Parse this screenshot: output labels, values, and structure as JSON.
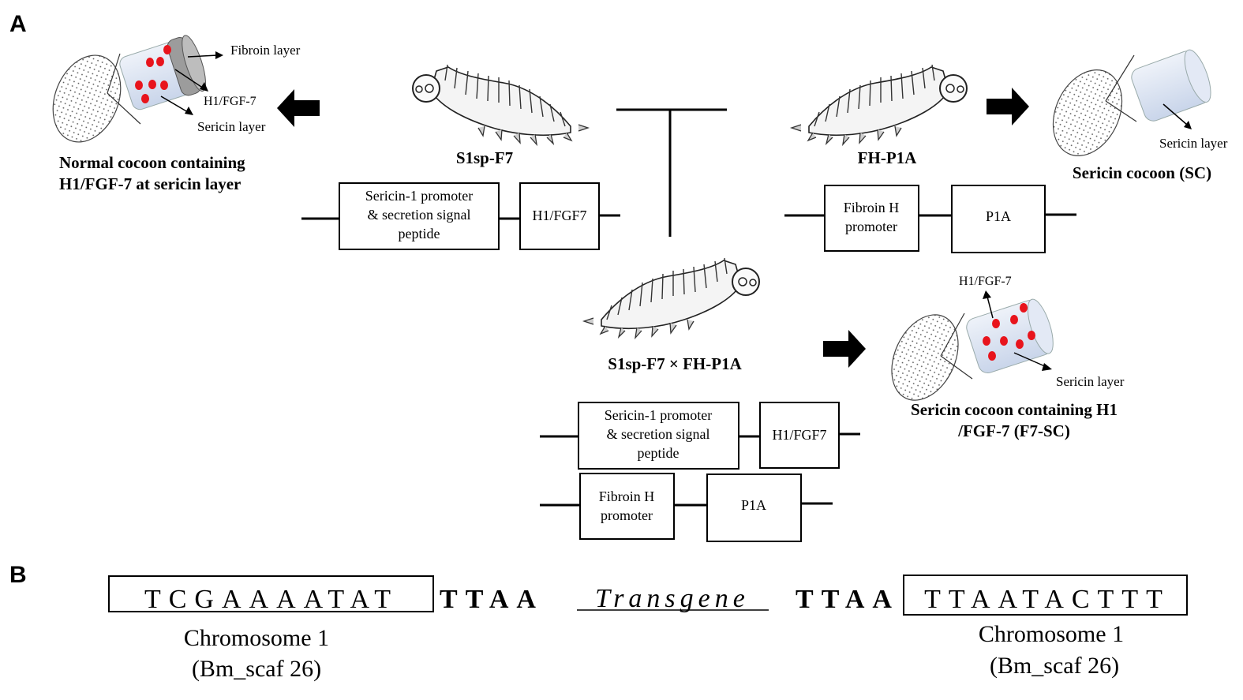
{
  "panels": {
    "a": "A",
    "b": "B"
  },
  "colors": {
    "cocoon_fill": "#dbe4f2",
    "dot": "#e8141c",
    "fibroin_gray": "#9c9c9c",
    "line": "#000000"
  },
  "icons": {
    "silkworm": "silkworm-icon",
    "cocoon": "cocoon-icon",
    "arrow": "block-arrow-icon"
  },
  "strain_s1sp": {
    "name": "S1sp-F7",
    "promoter_lines": [
      "Sericin-1 promoter",
      "& secretion signal",
      "peptide"
    ],
    "gene": "H1/FGF7"
  },
  "strain_fh": {
    "name": "FH-P1A",
    "promoter_lines": [
      "Fibroin H",
      "promoter"
    ],
    "gene": "P1A"
  },
  "cross": {
    "name": "S1sp-F7 × FH-P1A",
    "construct1": {
      "promoter_lines": [
        "Sericin-1 promoter",
        "& secretion signal",
        "peptide"
      ],
      "gene": "H1/FGF7"
    },
    "construct2": {
      "promoter_lines": [
        "Fibroin H",
        "promoter"
      ],
      "gene": "P1A"
    }
  },
  "cocoon_left": {
    "fibroin_label": "Fibroin layer",
    "h1_label": "H1/FGF-7",
    "sericin_label": "Sericin layer",
    "caption_lines": [
      "Normal cocoon containing",
      "H1/FGF-7 at sericin layer"
    ]
  },
  "cocoon_right": {
    "sericin_label": "Sericin layer",
    "caption": "Sericin cocoon (SC)"
  },
  "cocoon_bottom": {
    "h1_label": "H1/FGF-7",
    "sericin_label": "Sericin layer",
    "caption_lines": [
      "Sericin cocoon containing H1",
      "/FGF-7 (F7-SC)"
    ]
  },
  "sequence": {
    "left_flank": "TCGAAAATAT",
    "ttaa_left": "TTAA",
    "transgene": "Transgene",
    "ttaa_right": "TTAA",
    "right_flank": "TTAATACTTT",
    "left_label_lines": [
      "Chromosome 1",
      "(Bm_scaf 26)"
    ],
    "right_label_lines": [
      "Chromosome 1",
      "(Bm_scaf 26)"
    ]
  }
}
